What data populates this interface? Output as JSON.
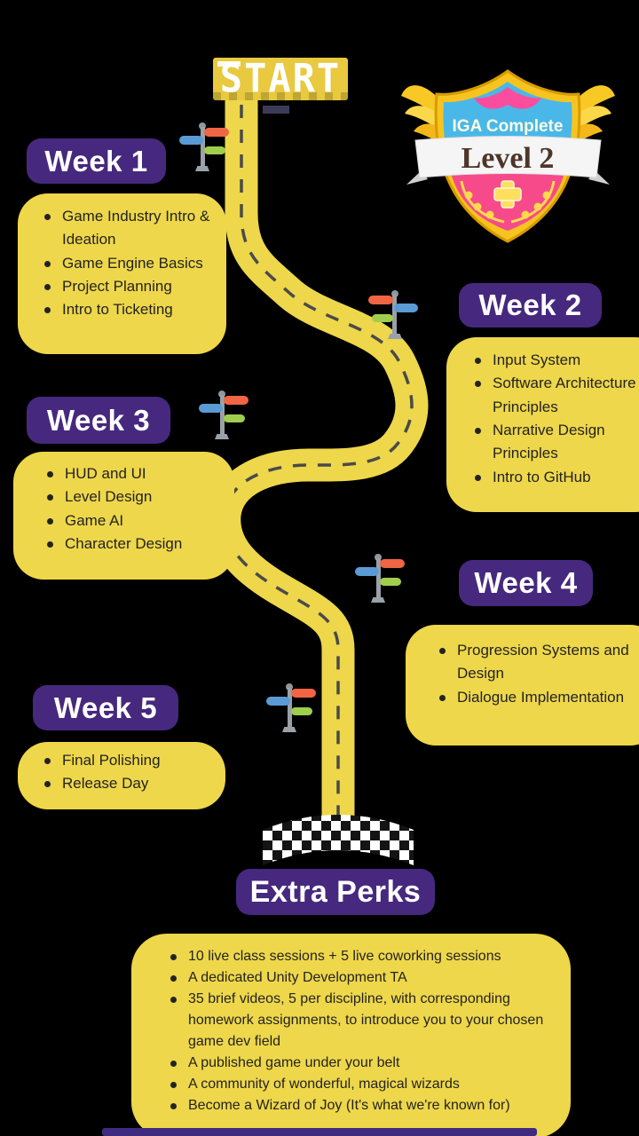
{
  "start_sign": {
    "label": "START"
  },
  "badge": {
    "title": "IGA Complete",
    "level": "Level 2"
  },
  "weeks": [
    {
      "title": "Week 1",
      "items": [
        "Game Industry Intro & Ideation",
        "Game Engine Basics",
        "Project Planning",
        "Intro to Ticketing"
      ]
    },
    {
      "title": "Week 2",
      "items": [
        "Input System",
        "Software Architecture Principles",
        "Narrative Design Principles",
        "Intro to GitHub"
      ]
    },
    {
      "title": "Week 3",
      "items": [
        "HUD and UI",
        "Level Design",
        "Game AI",
        "Character Design"
      ]
    },
    {
      "title": "Week 4",
      "items": [
        "Progression Systems and Design",
        "Dialogue Implementation"
      ]
    },
    {
      "title": "Week 5",
      "items": [
        "Final Polishing",
        "Release Day"
      ]
    }
  ],
  "extra_perks": {
    "title": "Extra Perks",
    "items": [
      "10 live class sessions + 5 live coworking sessions",
      "A dedicated Unity Development TA",
      "35 brief videos, 5 per discipline, with corresponding homework assignments, to introduce you to your chosen game dev field",
      "A published game under your belt",
      "A community of wonderful, magical wizards",
      "Become a Wizard of Joy (It's what we're known for)"
    ]
  },
  "colors": {
    "yellow": "#eed74a",
    "purple": "#46297e",
    "road_dash": "#4a4a4a",
    "signpost_blue": "#5b9bd5",
    "signpost_orange": "#f06543",
    "signpost_green": "#9fce4e",
    "badge_blue": "#49b8e8",
    "badge_pink": "#f64a8b",
    "badge_gold": "#f7c41f"
  }
}
